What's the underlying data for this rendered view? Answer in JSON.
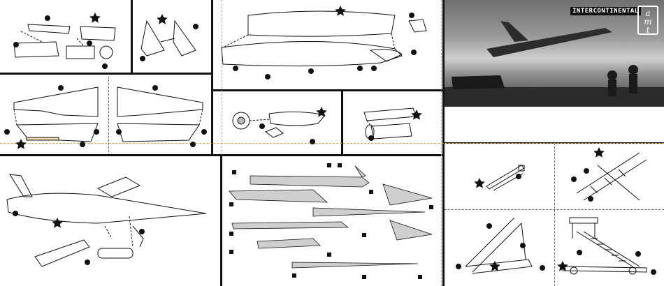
{
  "photo": {
    "brand_text": "INTERCONTINENTAL",
    "logo_lines": [
      "a",
      "m",
      "t"
    ]
  },
  "icons": {
    "callout": "filled-circle-callout",
    "step_marker": "black-star"
  },
  "colors": {
    "ink": "#111111",
    "dashed_guide": "#d9a640",
    "decal_gray": "#cfcfcf",
    "photo_dark": "#3a3a3a"
  }
}
